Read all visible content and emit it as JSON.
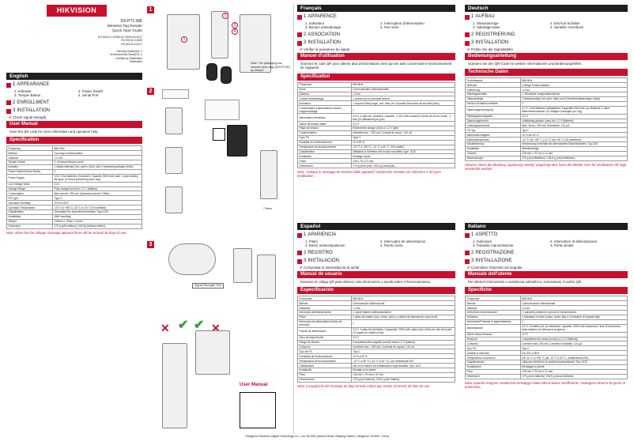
{
  "brand": {
    "name": "HIKVISION",
    "color": "#c8102e"
  },
  "product": {
    "model": "DS-PT1-WE",
    "name": "Wireless Tag Reader",
    "guide": "Quick Start Guide",
    "standards": [
      "EN 50131-1:2006+A1:2009+A2:2017",
      "EN 50131-3:2009",
      "EN 50131-6:2017"
    ],
    "security_grade": "Security Grade(SG): 2",
    "env_class": "Environmental Class(EC): II",
    "certified_by": "Certified by Telefication",
    "cert_mark": "Telefication"
  },
  "footer": "Hangzhou Hikvision Digital Technology Co., Ltd. No.555 Qianmo Road, Binjiang District, Hangzhou 310051, China",
  "figures": {
    "step1": "1",
    "step2": "2",
    "step3": "3",
    "callouts": [
      "1",
      "2",
      "3",
      "4"
    ],
    "package_note": "Note: The packaging box included 2pcs tags (DS-PT-M1) by default.",
    "distance": "7.5mm",
    "signal_label": "Signal Strength Test",
    "user_manual": "User Manual",
    "device_label": "HIKVISION"
  },
  "sections": {
    "english": {
      "lang": "English",
      "appearance": "APPEARANCE",
      "items": [
        "1. Indicator",
        "2. Power Switch",
        "3. Tamper Button",
        "4. Serial Port"
      ],
      "enrollment": "ENROLLMENT",
      "installation": "INSTALLATION",
      "check": "Check signal strength.",
      "manual": "User Manual",
      "manual_text": "Scan the QR code for more information and operation help.",
      "spec": "Specification",
      "rows": [
        [
          "Frequency",
          "868 MHz"
        ],
        [
          "Method",
          "Two-way communication"
        ],
        [
          "Distance",
          "1.2 KM"
        ],
        [
          "Tamper Switch",
          "1, recessed tamper-proof"
        ],
        [
          "Indicator",
          "1 status indicator (red, green, blue), and 4 answering indicator (blue)"
        ],
        [
          "Power Switch/Sound Button",
          "1"
        ],
        [
          "Power Supply",
          "3.0V, 3 AA batteries, (included), Capacity 2300 mAh each; 2-year battery life span (10 times presenting each day)"
        ],
        [
          "Low Voltage Value",
          "3.2V"
        ],
        [
          "Voltage Range",
          "Fully charged (new) to 1.2 V (battery)"
        ],
        [
          "Consumption",
          "Max current: 293 mA; Quiescent current: 150uA"
        ],
        [
          "PS Type",
          "Type C"
        ],
        [
          "Operation Humidity",
          "10% to 90%"
        ],
        [
          "Operation Temperature",
          "-10°C to +55°C (-10 °C to 40 °C EN certified)"
        ],
        [
          "Classification",
          "Generated the supervised premises, Type ACE"
        ],
        [
          "Installation",
          "Wall mounting"
        ],
        [
          "Weight",
          "126mm x 75mm x 21mm"
        ],
        [
          "Dimension",
          "179 g (with battery), 106.5g (without battery)"
        ]
      ],
      "note": "Note: when the low voltage message appears there will be at least 30 days of use."
    },
    "francais": {
      "lang": "Français",
      "appearance": "APPARENCE",
      "items": [
        "1. Indicateur",
        "2. Interrupteur d'alimentation",
        "3. Bouton antisabotage",
        "4. Port série"
      ],
      "enrollment": "ASSOCIATION",
      "installation": "INSTALLATION",
      "check": "Vérifier la puissance du signal.",
      "manual": "Manuel d'utilisation",
      "manual_text": "Scannez le code QR pour obtenir plus d'informations ainsi qu'une aide concernant le fonctionnement de l'appareil.",
      "spec": "Spécification",
      "rows": [
        [
          "Fréquence",
          "868 MHz"
        ],
        [
          "Mode",
          "Communication bidirectionnelle"
        ],
        [
          "Distance",
          "1,2 km"
        ],
        [
          "Contact antisabotage",
          "1 contact sur le panneau arrière"
        ],
        [
          "Indicateur",
          "1 voyant d'état (rouge, vert, bleu) et 4 voyants d'annonce de sécurité (bleu)"
        ],
        [
          "Commutateur d'alimentation/ Bouton d'apprentissage",
          "1"
        ],
        [
          "Alimentation électrique",
          "3,0 V, 3 piles AA, (fournies, capacité : 2 300 mAh chacune) Durée de vie de la pile : 2 ans (10 utilisations par jour)"
        ],
        [
          "Valeur de tension faible",
          "3,2 V"
        ],
        [
          "Plage de tension",
          "Entièrement chargé (neuf) à 1,2 V (pile)"
        ],
        [
          "Consommation",
          "Intensité max. : 293 mA; Courant de repos : 110 uA"
        ],
        [
          "Type PS",
          "Type C"
        ],
        [
          "Humidité de fonctionnement",
          "10 à 90 %"
        ],
        [
          "Température de fonctionnement",
          "-10 °C à +55 °C (-10 °C à 40 °C, EN certifié)"
        ],
        [
          "Classification",
          "Utilisation à l'intérieur des locaux surveillés, type : ACE"
        ],
        [
          "Installation",
          "Montage mural"
        ],
        [
          "Poids",
          "126 x 75 x 21 mm"
        ],
        [
          "Dimensions",
          "179 g (avec pile), 106,5 g (sans pile)"
        ]
      ],
      "note": "Note : lorsque le message de tension faible apparaît, l'autonomie restante est inférieure à 30 jours d'utilisation."
    },
    "deutsch": {
      "lang": "Deutsch",
      "appearance": "AUFBAU",
      "items": [
        "1. Statusanzeige",
        "2. Ein/Aus-Schalter",
        "3. Sabotage-taste",
        "4. Serieller Anschluss"
      ],
      "enrollment": "REGISTRIERUNG",
      "installation": "INSTALLATION",
      "check": "Prüfen Sie die Signalstärke.",
      "manual": "Bedienungsanleitung",
      "manual_text": "Scannen Sie den QR-Code für weitere Informationen und Bedienungshilfen.",
      "spec": "Technische Daten",
      "rows": [
        [
          "Funkfrequenz",
          "868 MHz"
        ],
        [
          "Methode",
          "2-Wege-Kommunikation"
        ],
        [
          "Entfernung",
          "1,2 km"
        ],
        [
          "Sabotageschalter",
          "1, Rückseite manipulationssicher"
        ],
        [
          "Statusanzeige",
          "1 Statusanzeige (rot, grün, blau) und 4 Bereitschaftsanzeigen (blau)"
        ],
        [
          "Ein/Aus-Schalter/Lerntaste",
          "1"
        ],
        [
          "Spannungsversorgung",
          "3,0 V, 3 AA-Batterien (mitgeliefert, Kapazität 2300 mAh pro Batterie) 2 Jahre Batterielebensdauer (10 maliges Vorzeigen pro Tag)"
        ],
        [
          "Niedrigspannungswert",
          "3,2 V"
        ],
        [
          "Spannungsbereich",
          "Vollständig geladen (neu) bis 1,2 V (Batterie)"
        ],
        [
          "Leistungsaufnahme",
          "Max. Strom: 293 mA; Ruhestrom: 110 µA"
        ],
        [
          "PS-Typ",
          "Typ C"
        ],
        [
          "Betriebsfeuchtigkeit",
          "10 % bis 90 %"
        ],
        [
          "Betriebstemperatur",
          "-10 °C bis +55 °C (-10 °C bis +40 °C EN-zertifiziert)"
        ],
        [
          "Klassifizierung",
          "Verwendung innerhalb der überwachten Räumlichkeiten, Typ ACE"
        ],
        [
          "Installation",
          "Wandmontage"
        ],
        [
          "Gewicht",
          "126 mm x 75 mm x 21 mm"
        ],
        [
          "Abmessungen",
          "179 g (mit Batterien), 106,5 g (ohne Batterien)"
        ]
      ],
      "note": "Hinweis: Wenn die Meldung „Spannung niedrig\" angezeigt wird, kann der Melder noch für mindestens 30 Tage verwendet werden."
    },
    "espanol": {
      "lang": "Español",
      "appearance": "APARIENCIA",
      "items": [
        "1. Piloto",
        "2. Interruptor de alimentación",
        "3. Botón antimanipulación",
        "4. Puerto serie"
      ],
      "enrollment": "REGISTRO",
      "installation": "INSTALACIÓN",
      "check": "Comprobar la intensidad de la señal.",
      "manual": "Manual de usuario",
      "manual_text": "Escanee el código QR para obtener más información y ayuda sobre el funcionamiento.",
      "spec": "Especificación",
      "rows": [
        [
          "Frecuencia",
          "868 MHz"
        ],
        [
          "Método",
          "Comunicación bidireccional"
        ],
        [
          "Distancia",
          "1,2 km"
        ],
        [
          "Interruptor antimanipulación",
          "1, panel trasero antimanipulación"
        ],
        [
          "Piloto",
          "1 piloto de estado (rojo, verde, azul) y 4 pilotos de llamada de zona (azul)"
        ],
        [
          "Interruptor de alimentación/ botón de memoria",
          "1"
        ],
        [
          "Fuente de alimentación",
          "3,0 V, 3 pilas AA (incluidas. Capacidad: 2300 mAh cada una) 2 años de vida de la pila (10 pases de tarjeta al día)"
        ],
        [
          "Valor de baja tensión",
          "3,2 V"
        ],
        [
          "Rango de tensión",
          "Completamente cargada (nueva) hasta 1,2 V (batería)"
        ],
        [
          "Consumo",
          "Corriente máx.: 293 mA; Corriente de reposo: 110 uA"
        ],
        [
          "Tipo de PS",
          "Tipo C"
        ],
        [
          "Humedad de funcionamiento",
          "10 % a 90 %"
        ],
        [
          "Temperatura de funcionamiento",
          "-10 °C a 55 °C (-10 °C a 40 °C), con certificación EN"
        ],
        [
          "Clasificación",
          "Uso en el interior de instalaciones supervisadas; Tipo: ACE"
        ],
        [
          "Instalación",
          "Montaje en la pared"
        ],
        [
          "Peso",
          "126 mm x 75 mm x 21 mm"
        ],
        [
          "Dimensiones",
          "179 g (con batería), 106,5 g (sin batería)"
        ]
      ],
      "note": "Nota: La aparición del mensaje de baja tensión indica que restan al menos 30 días de uso."
    },
    "italiano": {
      "lang": "Italiano",
      "appearance": "ASPETTO",
      "items": [
        "1. Indicatore",
        "2. Interruttore di alimentazione",
        "3. Pulsante manomissione",
        "4. Porta seriale"
      ],
      "enrollment": "REGISTRAZIONE",
      "installation": "INSTALLAZIONE",
      "check": "Controllare l'intensità del segnale.",
      "manual": "Manuale dell'utente",
      "manual_text": "Per ulteriori informazioni e assistenza sull'utilizzo, scansionare il codice QR.",
      "spec": "Specifiche",
      "rows": [
        [
          "Frequenza",
          "868 MHz"
        ],
        [
          "Metodo",
          "Comunicazione bidirezionale"
        ],
        [
          "Distanza",
          "1,2 km"
        ],
        [
          "Interruttore manomissione",
          "1, pannello posteriore a prova di manomissione"
        ],
        [
          "Indicatore",
          "1 indicatore di stato (rosso, verde, blu) e 4 indicatori di risposta (blu)"
        ],
        [
          "Interruttore/Pulsante di apprendimento",
          "1"
        ],
        [
          "Alimentazione",
          "3,0 V, 3 batterie AA, (in dotazione; capacità: 2300 mAh ciascuna) 2 anni di autonomia della batteria (10 attivazioni al giorno)"
        ],
        [
          "Valore bassa tensione",
          "3,2 V"
        ],
        [
          "Tensione",
          "Completamente carica (nuova) a 1,2 V (batteria)"
        ],
        [
          "Consumo",
          "Corrente max: 293 mA; Corrente in standby: 110 µA"
        ],
        [
          "Tipo PS",
          "Tipo C"
        ],
        [
          "Umidità di esercizio",
          "Da 10% a 90%"
        ],
        [
          "Temperatura di esercizio",
          "Da -10 °C a +55 °C (da -10 °C a 40 °C, certificazione EN)"
        ],
        [
          "Classificazione",
          "Utilizzare all'interno di ambienti supervisionati, Tipo: ACE"
        ],
        [
          "Installazione",
          "Montaggio a parete"
        ],
        [
          "Peso",
          "126 mm x 75 mm x 21 mm"
        ],
        [
          "Dimensioni",
          "179 g (con batteria), 106,5 g (senza batteria)"
        ]
      ],
      "note": "Nota: quando vengono visualizzati messaggi relativi alla tensione insufficiente, rimangono almeno 30 giorni di autonomia."
    }
  }
}
